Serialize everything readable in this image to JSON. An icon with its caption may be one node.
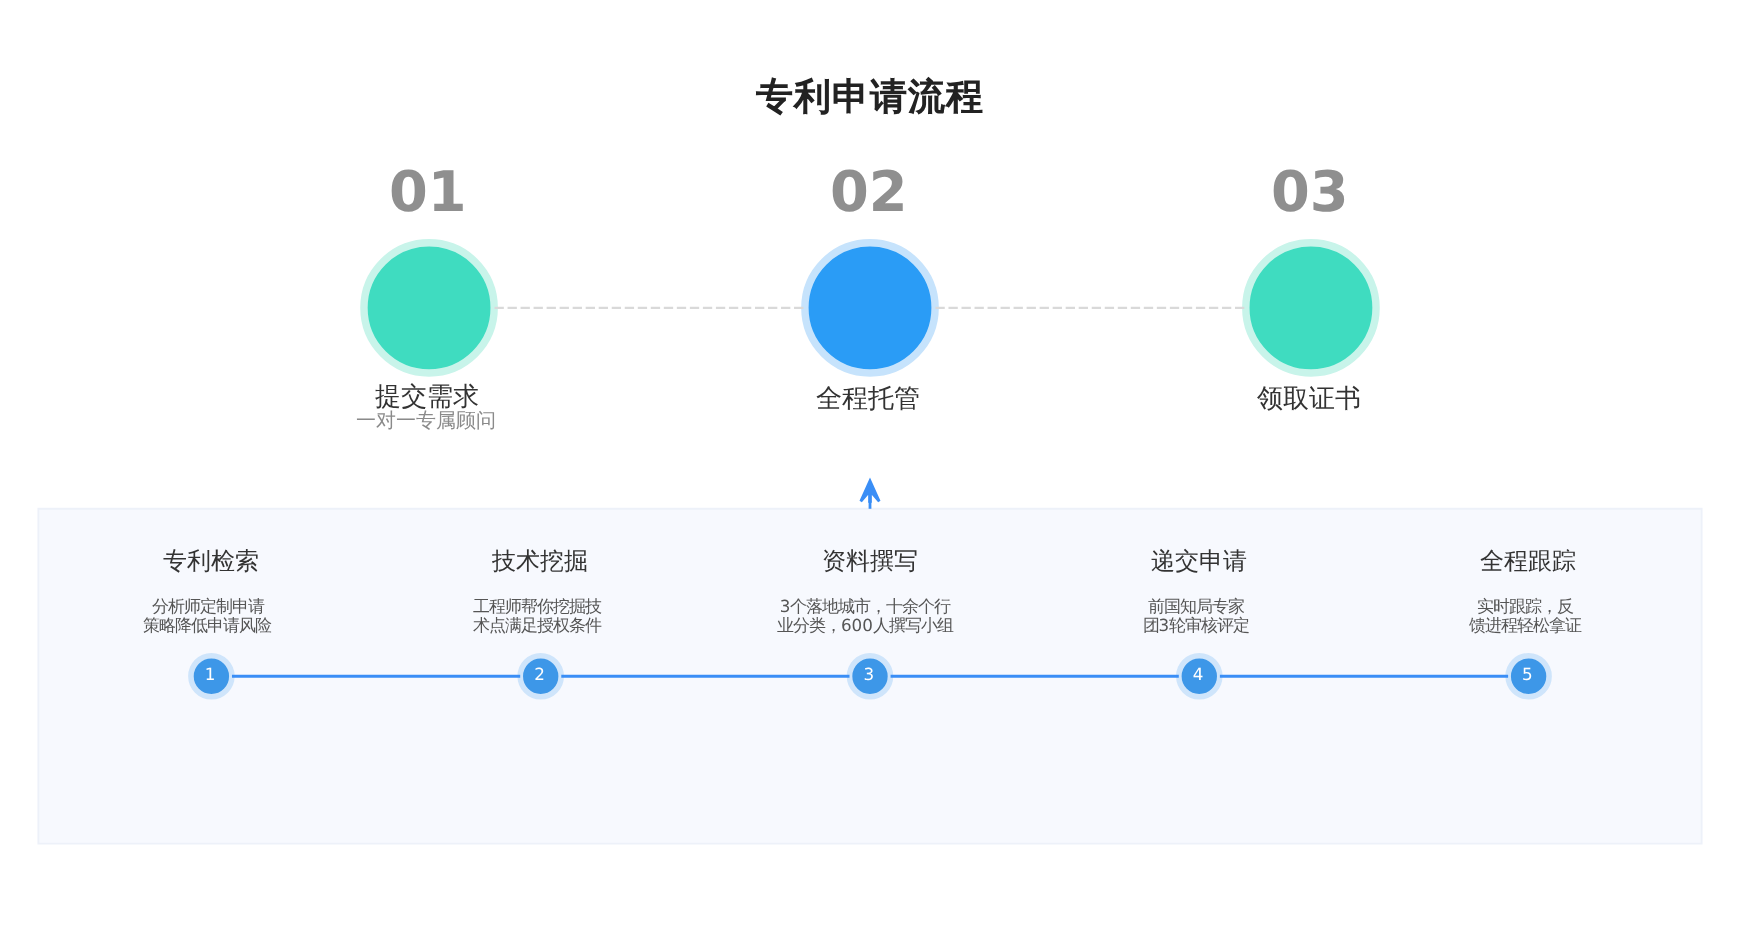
{
  "diagram": {
    "title": "专利申请流程",
    "nodes": [
      {
        "text": [
          "提交需求",
          "一对一专属顾问"
        ],
        "beside": [
          "01"
        ]
      },
      {
        "text": [
          "全程托管"
        ],
        "beside": [
          "02"
        ]
      },
      {
        "text": [
          "领取证书"
        ],
        "beside": [
          "03"
        ]
      },
      {
        "text": [],
        "shape": "box"
      },
      {
        "text": [
          "1"
        ],
        "in": 3,
        "beside": [
          "专利检索",
          "分析师定制申请策略降低申请风险"
        ]
      },
      {
        "text": [
          "2"
        ],
        "in": 3,
        "beside": [
          "技术挖掘",
          "工程师帮你挖掘技术点满足授权条件"
        ]
      },
      {
        "text": [
          "3"
        ],
        "in": 3,
        "beside": [
          "资料撰写",
          "3个落地城市，十余个行业分类，600人撰写小组"
        ]
      },
      {
        "text": [
          "4"
        ],
        "in": 3,
        "beside": [
          "递交申请",
          "前国知局专家团3轮审核评定"
        ]
      },
      {
        "text": [
          "5"
        ],
        "in": 3,
        "beside": [
          "全程跟踪",
          "实时跟踪，反馈进程轻松拿证"
        ]
      }
    ],
    "edges": [
      {
        "from": 0,
        "to": 1,
        "arrow": "none",
        "style": "dashed",
        "color": "#d9d9d9"
      },
      {
        "from": 1,
        "to": 2,
        "arrow": "none",
        "style": "dashed",
        "color": "#d9d9d9"
      },
      {
        "from": 3,
        "to": 1,
        "arrow": "to"
      },
      {
        "from": 4,
        "to": 5,
        "arrow": "none"
      },
      {
        "from": 5,
        "to": 6,
        "arrow": "none"
      },
      {
        "from": 6,
        "to": 7,
        "arrow": "none"
      },
      {
        "from": 7,
        "to": 8,
        "arrow": "none"
      }
    ]
  }
}
